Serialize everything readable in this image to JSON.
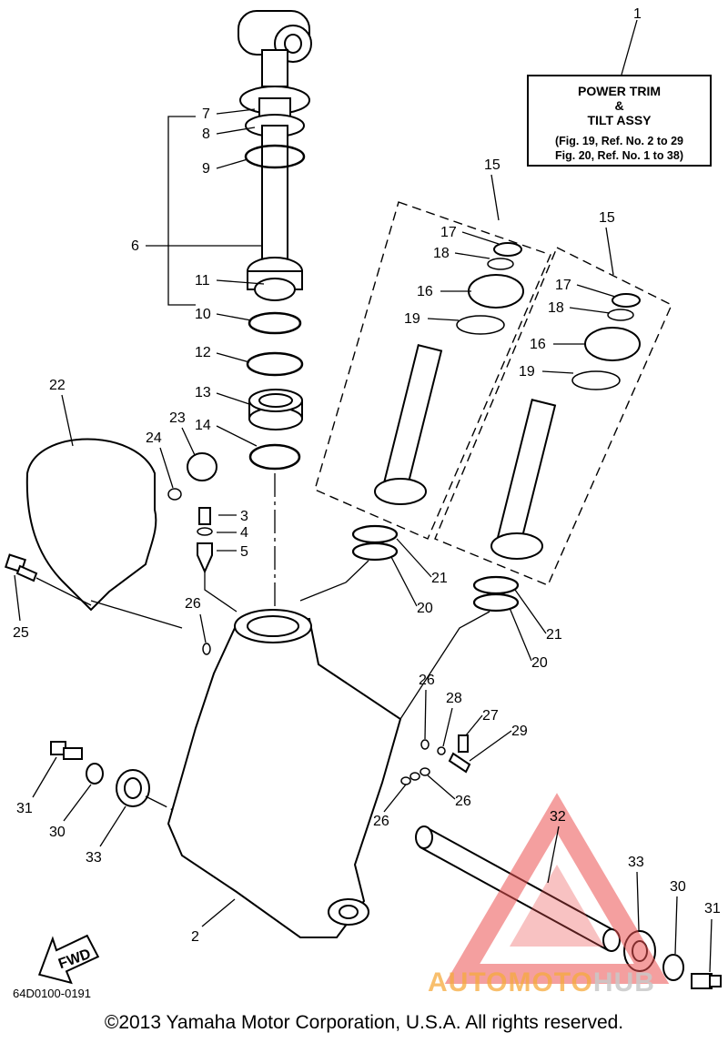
{
  "title_box": {
    "line1": "POWER TRIM",
    "line2": "&",
    "line3": "TILT ASSY",
    "ref1": "(Fig. 19, Ref. No. 2 to 29",
    "ref2": "Fig. 20, Ref. No. 1 to 38)"
  },
  "part_code": "64D0100-0191",
  "fwd_label": "FWD",
  "copyright": "©2013 Yamaha Motor Corporation, U.S.A. All rights reserved.",
  "watermark": {
    "part1": "AUTOMOTO",
    "part2": "HUB"
  },
  "callouts": [
    {
      "label": "1"
    },
    {
      "label": "7"
    },
    {
      "label": "8"
    },
    {
      "label": "9"
    },
    {
      "label": "6"
    },
    {
      "label": "11"
    },
    {
      "label": "10"
    },
    {
      "label": "12"
    },
    {
      "label": "13"
    },
    {
      "label": "14"
    },
    {
      "label": "22"
    },
    {
      "label": "23"
    },
    {
      "label": "24"
    },
    {
      "label": "3"
    },
    {
      "label": "4"
    },
    {
      "label": "5"
    },
    {
      "label": "25"
    },
    {
      "label": "26"
    },
    {
      "label": "15"
    },
    {
      "label": "17"
    },
    {
      "label": "18"
    },
    {
      "label": "16"
    },
    {
      "label": "19"
    },
    {
      "label": "15"
    },
    {
      "label": "17"
    },
    {
      "label": "18"
    },
    {
      "label": "16"
    },
    {
      "label": "19"
    },
    {
      "label": "21"
    },
    {
      "label": "20"
    },
    {
      "label": "21"
    },
    {
      "label": "20"
    },
    {
      "label": "26"
    },
    {
      "label": "28"
    },
    {
      "label": "27"
    },
    {
      "label": "29"
    },
    {
      "label": "26"
    },
    {
      "label": "26"
    },
    {
      "label": "31"
    },
    {
      "label": "30"
    },
    {
      "label": "33"
    },
    {
      "label": "2"
    },
    {
      "label": "32"
    },
    {
      "label": "33"
    },
    {
      "label": "30"
    },
    {
      "label": "31"
    }
  ]
}
